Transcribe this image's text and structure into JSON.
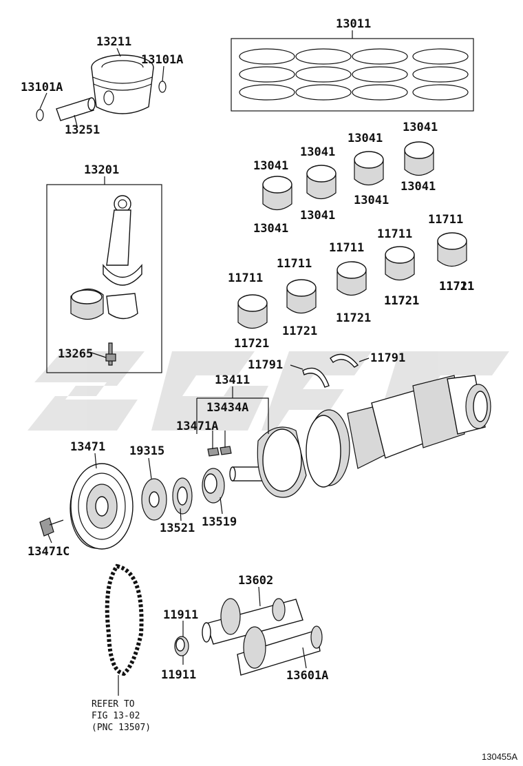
{
  "figure_id": "130455A",
  "reference_note": [
    "REFER TO",
    "FIG 13-02",
    "(PNC 13507)"
  ],
  "part_labels": [
    "13011",
    "13211",
    "13101A",
    "13101A",
    "13251",
    "13201",
    "13265",
    "13041",
    "13041",
    "13041",
    "13041",
    "13041",
    "13041",
    "13041",
    "13041",
    "11711",
    "11711",
    "11711",
    "11711",
    "11711",
    "11711",
    "11721",
    "11721",
    "11721",
    "11721",
    "11721",
    "11721",
    "11791",
    "11791",
    "13411",
    "13434A",
    "13471A",
    "13471",
    "19315",
    "13521",
    "13519",
    "13471C",
    "13602",
    "11911",
    "11911",
    "13601A"
  ]
}
